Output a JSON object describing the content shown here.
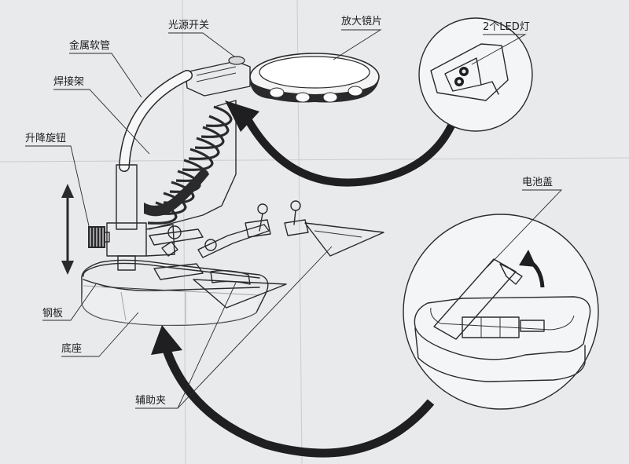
{
  "labels": {
    "switch": "光源开关",
    "lens": "放大镜片",
    "leds": "2个LED灯",
    "hose": "金属软管",
    "holder": "焊接架",
    "knob": "升降旋钮",
    "cover": "电池盖",
    "plate": "钢板",
    "base": "底座",
    "clamp": "辅助夹"
  }
}
